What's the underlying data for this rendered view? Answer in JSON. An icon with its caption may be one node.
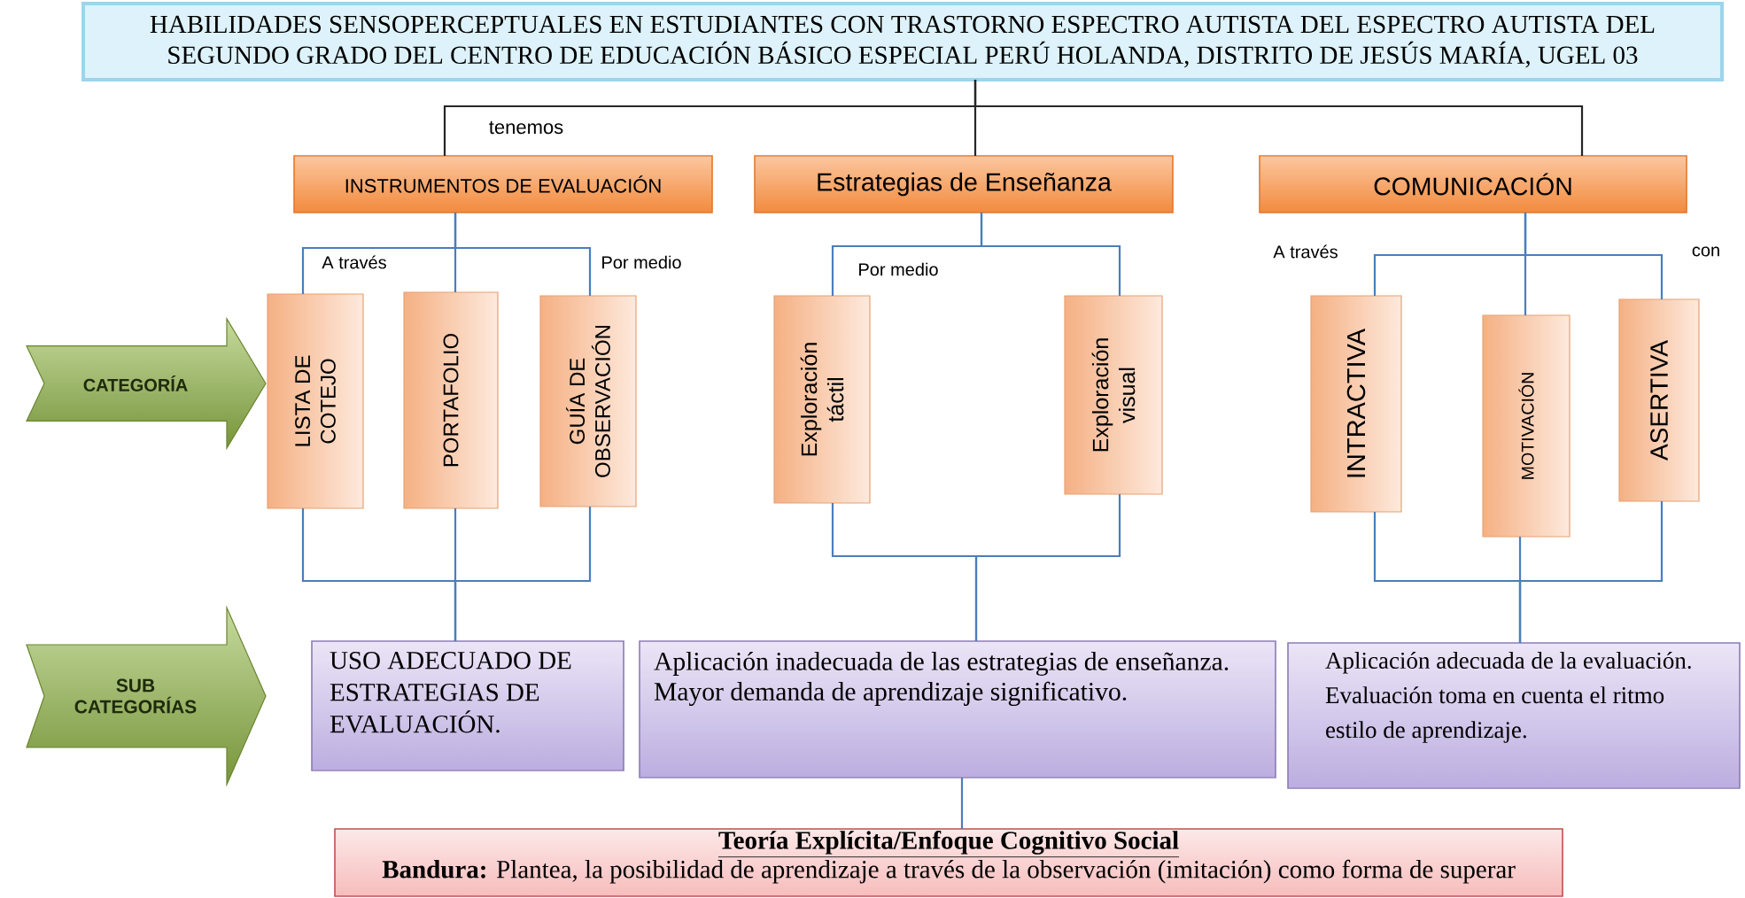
{
  "diagram": {
    "nodes": [
      {
        "text": [
          "HABILIDADES SENSOPERCEPTUALES EN ESTUDIANTES CON TRASTORNO ESPECTRO AUTISTA DEL ESPECTRO AUTISTA DEL SEGUNDO GRADO DEL CENTRO DE EDUCACIÓN BÁSICO ESPECIAL PERÚ HOLANDA, DISTRITO DE JESÚS MARÍA, UGEL 03"
        ]
      },
      {
        "text": [
          "INSTRUMENTOS DE EVALUACIÓN"
        ]
      },
      {
        "text": [
          "Estrategias de Enseñanza"
        ]
      },
      {
        "text": [
          "COMUNICACIÓN"
        ]
      },
      {
        "text": [
          "CATEGORÍA"
        ]
      },
      {
        "text": [
          "LISTA DE COTEJO"
        ]
      },
      {
        "text": [
          "PORTAFOLIO"
        ]
      },
      {
        "text": [
          "GUÍA DE OBSERVACIÓN"
        ]
      },
      {
        "text": [
          "Exploración táctil"
        ]
      },
      {
        "text": [
          "Exploración visual"
        ]
      },
      {
        "text": [
          "INTRACTIVA"
        ]
      },
      {
        "text": [
          "MOTIVACIÓN"
        ]
      },
      {
        "text": [
          "ASERTIVA"
        ]
      },
      {
        "text": [
          "SUB CATEGORÍAS"
        ]
      },
      {
        "text": [
          "USO ADECUADO DE ESTRATEGIAS DE EVALUACIÓN."
        ]
      },
      {
        "text": [
          "Aplicación inadecuada de las estrategias de enseñanza.",
          "Mayor demanda de aprendizaje significativo."
        ]
      },
      {
        "text": [
          "Aplicación adecuada de la evaluación.",
          "Evaluación toma en cuenta el ritmo estilo de aprendizaje."
        ]
      },
      {
        "text": [
          "Teoría Explícita/Enfoque Cognitivo Social",
          "**Bandura:** Plantea, la posibilidad de aprendizaje a través de la observación (imitación) como forma de superar"
        ]
      }
    ],
    "edges": [
      {
        "from": 0,
        "to": 1,
        "arrow": "none",
        "label": "tenemos",
        "color": "#262626"
      },
      {
        "from": 0,
        "to": 2,
        "arrow": "none",
        "color": "#262626"
      },
      {
        "from": 0,
        "to": 3,
        "arrow": "none",
        "color": "#262626"
      },
      {
        "from": 1,
        "to": 5,
        "arrow": "none",
        "label": "A través"
      },
      {
        "from": 1,
        "to": 6,
        "arrow": "none"
      },
      {
        "from": 1,
        "to": 7,
        "arrow": "none",
        "label": "Por medio"
      },
      {
        "from": 5,
        "to": 14,
        "arrow": "none"
      },
      {
        "from": 6,
        "to": 14,
        "arrow": "none"
      },
      {
        "from": 7,
        "to": 14,
        "arrow": "none"
      },
      {
        "from": 2,
        "to": 8,
        "arrow": "none",
        "label": "Por medio"
      },
      {
        "from": 2,
        "to": 9,
        "arrow": "none"
      },
      {
        "from": 8,
        "to": 15,
        "arrow": "none"
      },
      {
        "from": 9,
        "to": 15,
        "arrow": "none"
      },
      {
        "from": 3,
        "to": 10,
        "arrow": "none",
        "label": "A través"
      },
      {
        "from": 3,
        "to": 11,
        "arrow": "none"
      },
      {
        "from": 3,
        "to": 12,
        "arrow": "none",
        "label": "con"
      },
      {
        "from": 10,
        "to": 16,
        "arrow": "none"
      },
      {
        "from": 11,
        "to": 16,
        "arrow": "none"
      },
      {
        "from": 12,
        "to": 16,
        "arrow": "none"
      },
      {
        "from": 15,
        "to": 17,
        "arrow": "none"
      }
    ]
  }
}
